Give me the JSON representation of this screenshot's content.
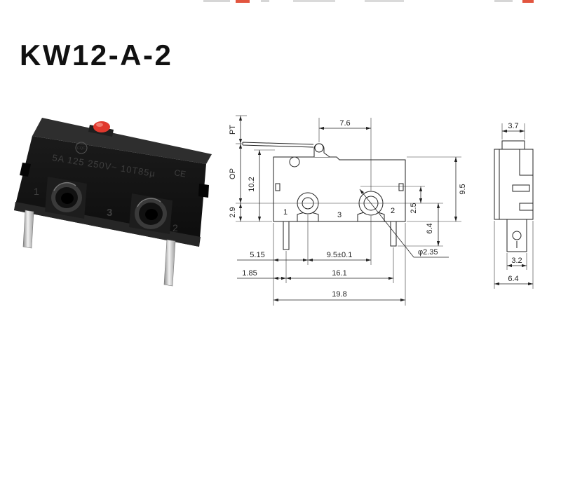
{
  "title": "KW12-A-2",
  "photo": {
    "markings": "5A 125 250V~ 10T85μ",
    "cert_mark": "CQC",
    "ce_mark": "CE",
    "pin_labels": [
      "1",
      "3",
      "2"
    ]
  },
  "side_view": {
    "labels": {
      "pt": "PT",
      "op": "OP",
      "pin1": "1",
      "pin3": "3",
      "pin2": "2"
    },
    "dimensions": {
      "d7_6": "7.6",
      "d10_2": "10.2",
      "d2_9": "2.9",
      "d9_5": "9.5",
      "d2_5": "2.5",
      "d6_4": "6.4",
      "d5_15": "5.15",
      "d9_5_tol": "9.5±0.1",
      "d_hole": "φ2.35",
      "d1_85": "1.85",
      "d16_1": "16.1",
      "d19_8": "19.8"
    }
  },
  "end_view": {
    "dimensions": {
      "d3_7": "3.7",
      "d3_2": "3.2",
      "d6_4": "6.4"
    }
  },
  "colors": {
    "switch_body": "#141414",
    "actuator_button": "#e0392e",
    "drawing_line": "#222222",
    "terminal": "#c8c8c8"
  }
}
